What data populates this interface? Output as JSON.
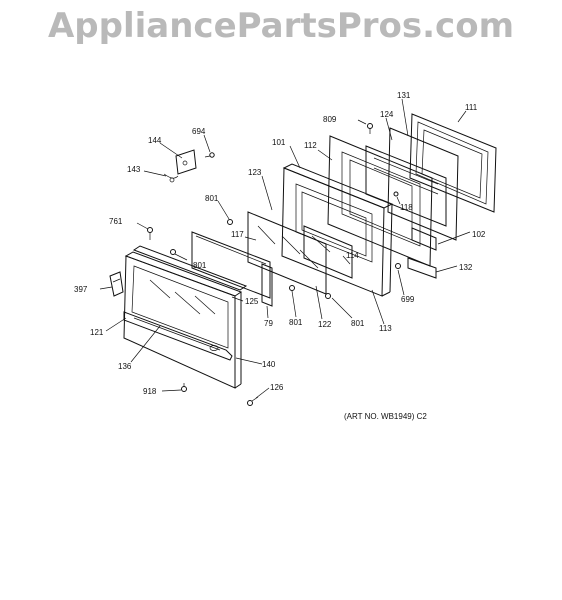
{
  "watermark": "AppliancePartsPros.com",
  "art_note": "(ART NO. WB1949) C2",
  "parts": [
    {
      "id": "p694",
      "label": "694"
    },
    {
      "id": "p144",
      "label": "144"
    },
    {
      "id": "p143",
      "label": "143"
    },
    {
      "id": "p801a",
      "label": "801"
    },
    {
      "id": "p761",
      "label": "761"
    },
    {
      "id": "p117",
      "label": "117"
    },
    {
      "id": "p801b",
      "label": "801"
    },
    {
      "id": "p397",
      "label": "397"
    },
    {
      "id": "p121",
      "label": "121"
    },
    {
      "id": "p136",
      "label": "136"
    },
    {
      "id": "p918",
      "label": "918"
    },
    {
      "id": "p125",
      "label": "125"
    },
    {
      "id": "p79",
      "label": "79"
    },
    {
      "id": "p801c",
      "label": "801"
    },
    {
      "id": "p122",
      "label": "122"
    },
    {
      "id": "p801d",
      "label": "801"
    },
    {
      "id": "p113",
      "label": "113"
    },
    {
      "id": "p140",
      "label": "140"
    },
    {
      "id": "p126",
      "label": "126"
    },
    {
      "id": "p123",
      "label": "123"
    },
    {
      "id": "p101",
      "label": "101"
    },
    {
      "id": "p112",
      "label": "112"
    },
    {
      "id": "p809",
      "label": "809"
    },
    {
      "id": "p124",
      "label": "124"
    },
    {
      "id": "p131",
      "label": "131"
    },
    {
      "id": "p111",
      "label": "111"
    },
    {
      "id": "p118",
      "label": "118"
    },
    {
      "id": "p102",
      "label": "102"
    },
    {
      "id": "p114",
      "label": "114"
    },
    {
      "id": "p132",
      "label": "132"
    },
    {
      "id": "p699",
      "label": "699"
    }
  ]
}
